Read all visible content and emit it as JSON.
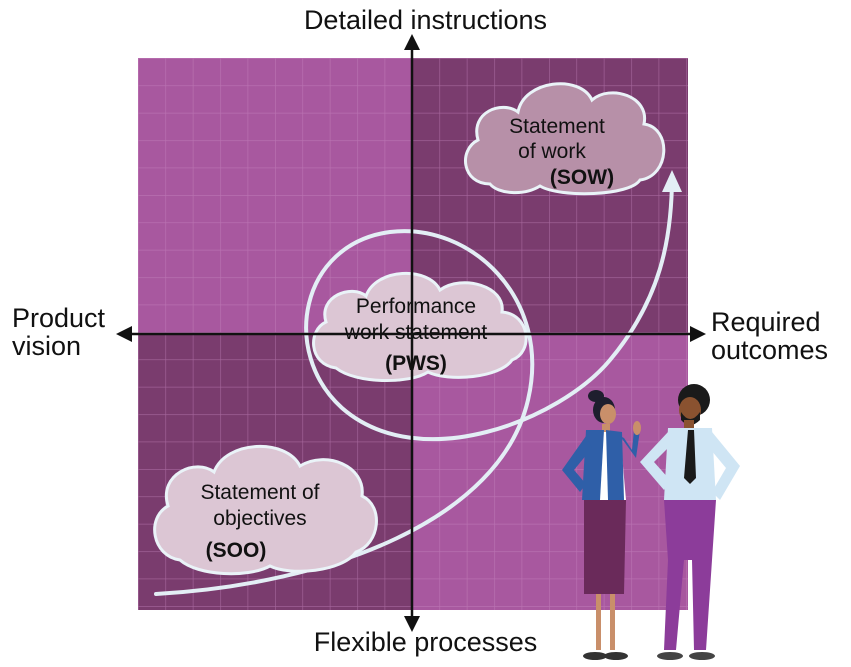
{
  "axes": {
    "top": "Detailed instructions",
    "bottom": "Flexible processes",
    "left": [
      "Product",
      "vision"
    ],
    "right": [
      "Required",
      "outcomes"
    ]
  },
  "clouds": {
    "sow": {
      "lines": [
        "Statement",
        "of work"
      ],
      "acronym": "(SOW)"
    },
    "pws": {
      "lines": [
        "Performance",
        "work statement"
      ],
      "acronym": "(PWS)"
    },
    "soo": {
      "lines": [
        "Statement of",
        "objectives"
      ],
      "acronym": "(SOO)"
    }
  },
  "colors": {
    "quadrant_light": "#a8589f",
    "quadrant_dark": "#7a3c6e",
    "grid_line": "#c985c2",
    "cloud_fill": "#dcc6d4",
    "cloud_stroke": "#e8f2f8",
    "spiral": "#e3eef5",
    "axis": "#111111"
  }
}
